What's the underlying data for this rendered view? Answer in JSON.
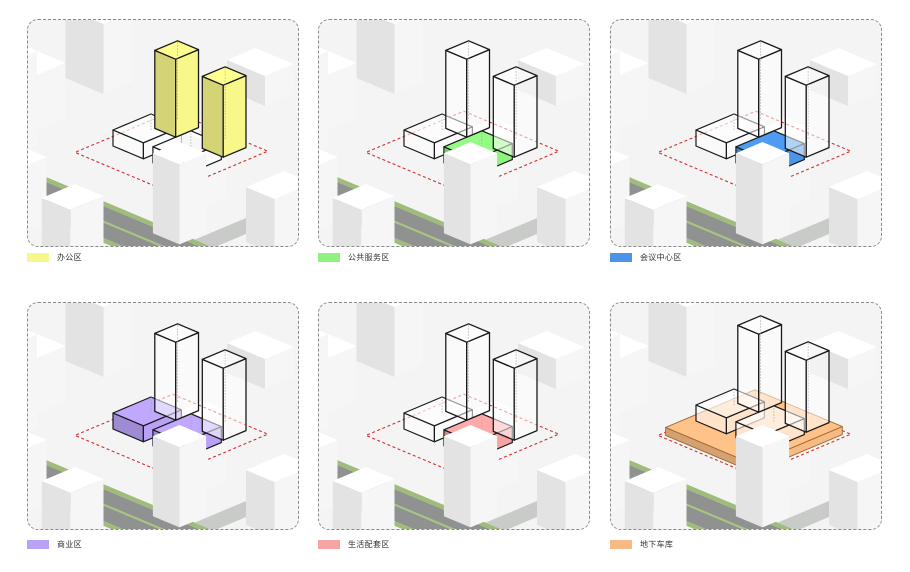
{
  "diagram": {
    "panels": [
      {
        "id": "office",
        "label": "办公区",
        "color": "#f7f78a",
        "stroke": "#c9c934",
        "highlight": "towers"
      },
      {
        "id": "public",
        "label": "公共服务区",
        "color": "#8ef27f",
        "stroke": "#4cb53c",
        "highlight": "right-podium"
      },
      {
        "id": "conference",
        "label": "会议中心区",
        "color": "#4a95ea",
        "stroke": "#1e5fb0",
        "highlight": "right-podium"
      },
      {
        "id": "commercial",
        "label": "商业区",
        "color": "#b9a2f5",
        "stroke": "#6c52c0",
        "highlight": "both-podiums"
      },
      {
        "id": "living",
        "label": "生活配套区",
        "color": "#f5a3a3",
        "stroke": "#c35858",
        "highlight": "right-podium"
      },
      {
        "id": "parking",
        "label": "地下车库",
        "color": "#f6bb84",
        "stroke": "#a06a30",
        "highlight": "basement"
      }
    ]
  }
}
